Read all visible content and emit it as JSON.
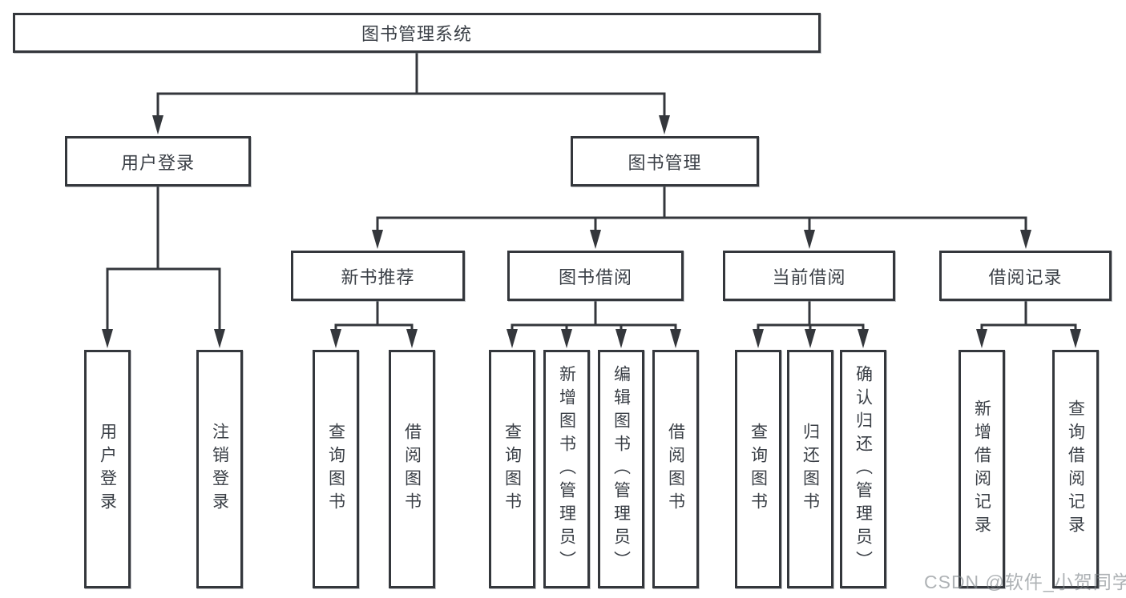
{
  "diagram": {
    "title": "图书管理系统",
    "type": "hierarchy-tree",
    "colors": {
      "line": "#34373c",
      "text": "#3a3f46",
      "watermark": "#9aa0a6",
      "background": "#ffffff"
    },
    "tree": {
      "root": {
        "label": "图书管理系统",
        "children": [
          {
            "label": "用户登录",
            "children": [
              {
                "label": "用户登录"
              },
              {
                "label": "注销登录"
              }
            ]
          },
          {
            "label": "图书管理",
            "children": [
              {
                "label": "新书推荐",
                "children": [
                  {
                    "label": "查询图书"
                  },
                  {
                    "label": "借阅图书"
                  }
                ]
              },
              {
                "label": "图书借阅",
                "children": [
                  {
                    "label": "查询图书"
                  },
                  {
                    "label": "新增图书（管理员）"
                  },
                  {
                    "label": "编辑图书（管理员）"
                  },
                  {
                    "label": "借阅图书"
                  }
                ]
              },
              {
                "label": "当前借阅",
                "children": [
                  {
                    "label": "查询图书"
                  },
                  {
                    "label": "归还图书"
                  },
                  {
                    "label": "确认归还（管理员）"
                  }
                ]
              },
              {
                "label": "借阅记录",
                "children": [
                  {
                    "label": "新增借阅记录"
                  },
                  {
                    "label": "查询借阅记录"
                  }
                ]
              }
            ]
          }
        ]
      }
    },
    "watermark": {
      "text": "CSDN @软件_小贺同学"
    }
  }
}
